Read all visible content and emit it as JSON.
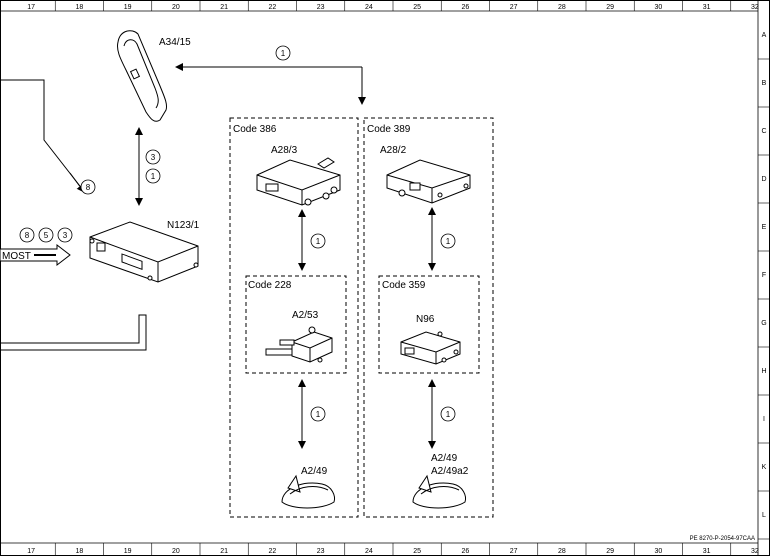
{
  "grid": {
    "columns": [
      "17",
      "18",
      "19",
      "20",
      "21",
      "22",
      "23",
      "24",
      "25",
      "26",
      "27",
      "28",
      "29",
      "30",
      "31",
      "32"
    ],
    "rows": [
      "A",
      "B",
      "C",
      "D",
      "E",
      "F",
      "G",
      "H",
      "I",
      "K",
      "L"
    ]
  },
  "components": {
    "a34_15": "A34/15",
    "n123_1": "N123/1",
    "a28_3": "A28/3",
    "a28_2": "A28/2",
    "a2_53": "A2/53",
    "n96": "N96",
    "a2_49_left": "A2/49",
    "a2_49_right": "A2/49",
    "a2_49a2": "A2/49a2"
  },
  "codes": {
    "code386": "Code 386",
    "code389": "Code 389",
    "code228": "Code 228",
    "code359": "Code 359"
  },
  "bus": {
    "most": "MOST"
  },
  "markers": {
    "top": "1",
    "vert_a": "3",
    "vert_b": "1",
    "diag": "8",
    "most_a": "8",
    "most_b": "5",
    "most_c": "3",
    "l1": "1",
    "l2": "1",
    "r1": "1",
    "r2": "1"
  },
  "footer": {
    "ref": "PE 8270-P-2054-97CAA"
  },
  "colors": {
    "line": "#000000",
    "background": "#ffffff"
  }
}
